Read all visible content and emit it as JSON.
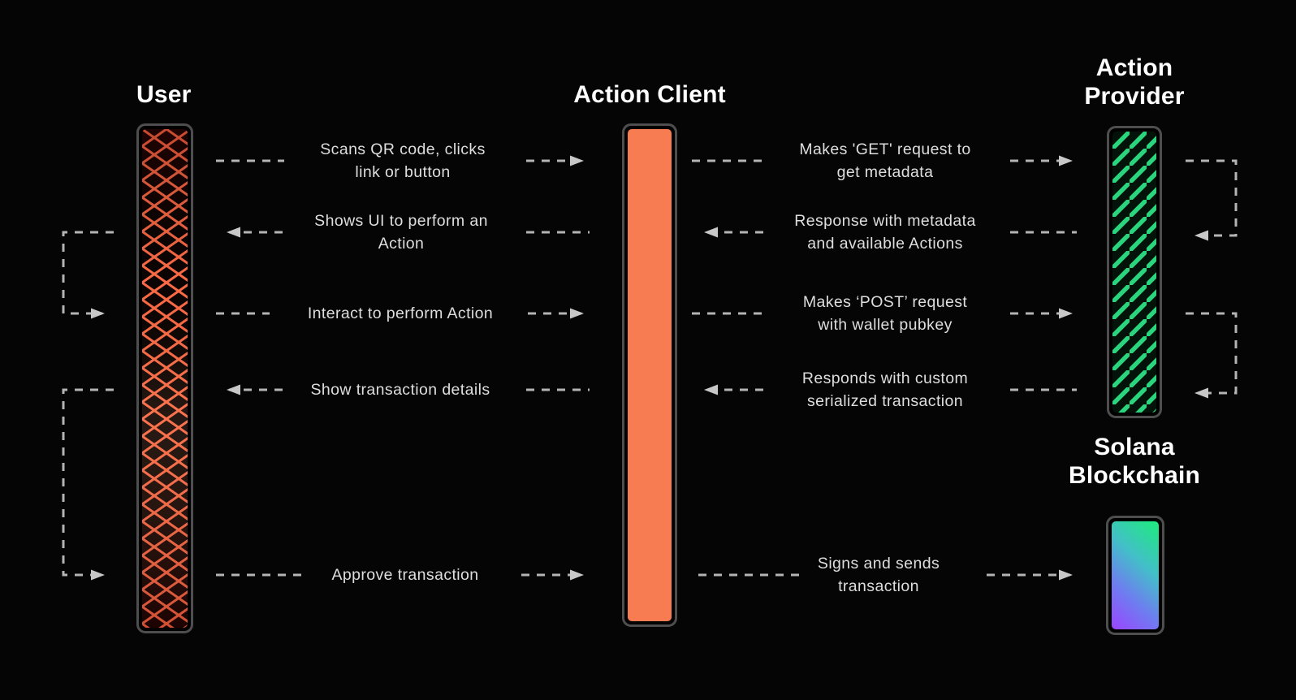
{
  "diagram_title": "",
  "colors": {
    "background": "#050505",
    "box_border_gray": "#4e4e4e",
    "dash_gray": "#b4b4b4",
    "arrowhead_gray": "#c8c8c8",
    "label_text": "#dedede",
    "heading_text": "#ffffff",
    "client_orange": "#f87c51",
    "user_lattice_orange": "#fb6a45",
    "provider_green": "#2bd57e",
    "solana_gradient": [
      "#21e783",
      "#43bfc9",
      "#6e7df0",
      "#9b45ff"
    ]
  },
  "actors": [
    {
      "id": "user",
      "label": "User",
      "lifeline_style": "orange-crosshatch"
    },
    {
      "id": "action-client",
      "label": "Action Client",
      "lifeline_style": "solid-orange"
    },
    {
      "id": "action-provider",
      "label": "Action\nProvider",
      "lifeline_style": "green-diagonal-stripes"
    },
    {
      "id": "solana-blockchain",
      "label": "Solana\nBlockchain",
      "lifeline_style": "solana-gradient"
    }
  ],
  "messages": [
    {
      "from": "User",
      "to": "Action Client",
      "direction": "right",
      "label": "Scans QR code, clicks\nlink or button"
    },
    {
      "from": "Action Client",
      "to": "User",
      "direction": "left",
      "label": "Shows UI to perform an\nAction"
    },
    {
      "from": "User",
      "to": "Action Client",
      "direction": "right",
      "label": "Interact to perform Action"
    },
    {
      "from": "Action Client",
      "to": "User",
      "direction": "left",
      "label": "Show transaction details"
    },
    {
      "from": "User",
      "to": "Action Client",
      "direction": "right",
      "label": "Approve transaction"
    },
    {
      "from": "Action Client",
      "to": "Action Provider",
      "direction": "right",
      "label": "Makes 'GET' request to\nget metadata"
    },
    {
      "from": "Action Provider",
      "to": "Action Client",
      "direction": "left",
      "label": "Response with metadata\nand available Actions"
    },
    {
      "from": "Action Client",
      "to": "Action Provider",
      "direction": "right",
      "label": "Makes ‘POST’ request\nwith wallet pubkey"
    },
    {
      "from": "Action Provider",
      "to": "Action Client",
      "direction": "left",
      "label": "Responds with custom\nserialized transaction"
    },
    {
      "from": "Action Client",
      "to": "Solana Blockchain",
      "direction": "right",
      "label": "Signs and sends\ntransaction"
    }
  ],
  "self_loops": [
    {
      "actor": "User",
      "side": "left",
      "from_message": 2,
      "to_message": 3
    },
    {
      "actor": "User",
      "side": "left",
      "from_message": 4,
      "to_message": 5
    },
    {
      "actor": "Action Provider",
      "side": "right",
      "from_message": 6,
      "to_message": 7
    },
    {
      "actor": "Action Provider",
      "side": "right",
      "from_message": 8,
      "to_message": 9
    }
  ]
}
